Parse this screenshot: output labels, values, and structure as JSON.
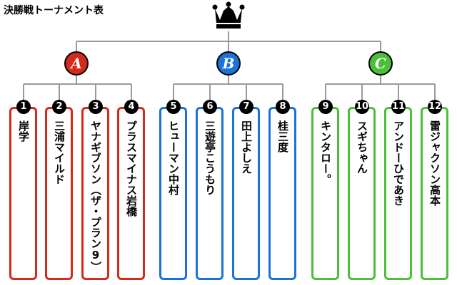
{
  "title": "決勝戦トーナメント表",
  "colors": {
    "A": "#d42a1a",
    "B": "#1a73d9",
    "C": "#4bbf37"
  },
  "groups": [
    {
      "label": "A",
      "color": "#d42a1a"
    },
    {
      "label": "B",
      "color": "#1a73d9"
    },
    {
      "label": "C",
      "color": "#4bbf37"
    }
  ],
  "entries": [
    {
      "num": "1",
      "name": "岸学",
      "group": "A"
    },
    {
      "num": "2",
      "name": "三浦マイルド",
      "group": "A"
    },
    {
      "num": "3",
      "name": "ヤナギブソン（ザ・プラン9）",
      "group": "A"
    },
    {
      "num": "4",
      "name": "プラスマイナス岩橋",
      "group": "A"
    },
    {
      "num": "5",
      "name": "ヒューマン中村",
      "group": "B"
    },
    {
      "num": "6",
      "name": "三遊亭こうもり",
      "group": "B"
    },
    {
      "num": "7",
      "name": "田上よしえ",
      "group": "B"
    },
    {
      "num": "8",
      "name": "桂三度",
      "group": "B"
    },
    {
      "num": "9",
      "name": "キンタロー。",
      "group": "C"
    },
    {
      "num": "10",
      "name": "スギちゃん",
      "group": "C"
    },
    {
      "num": "11",
      "name": "アンドーひであき",
      "group": "C"
    },
    {
      "num": "12",
      "name": "雷ジャクソン高本",
      "group": "C"
    }
  ],
  "icons": {
    "winner": "crown-icon"
  }
}
